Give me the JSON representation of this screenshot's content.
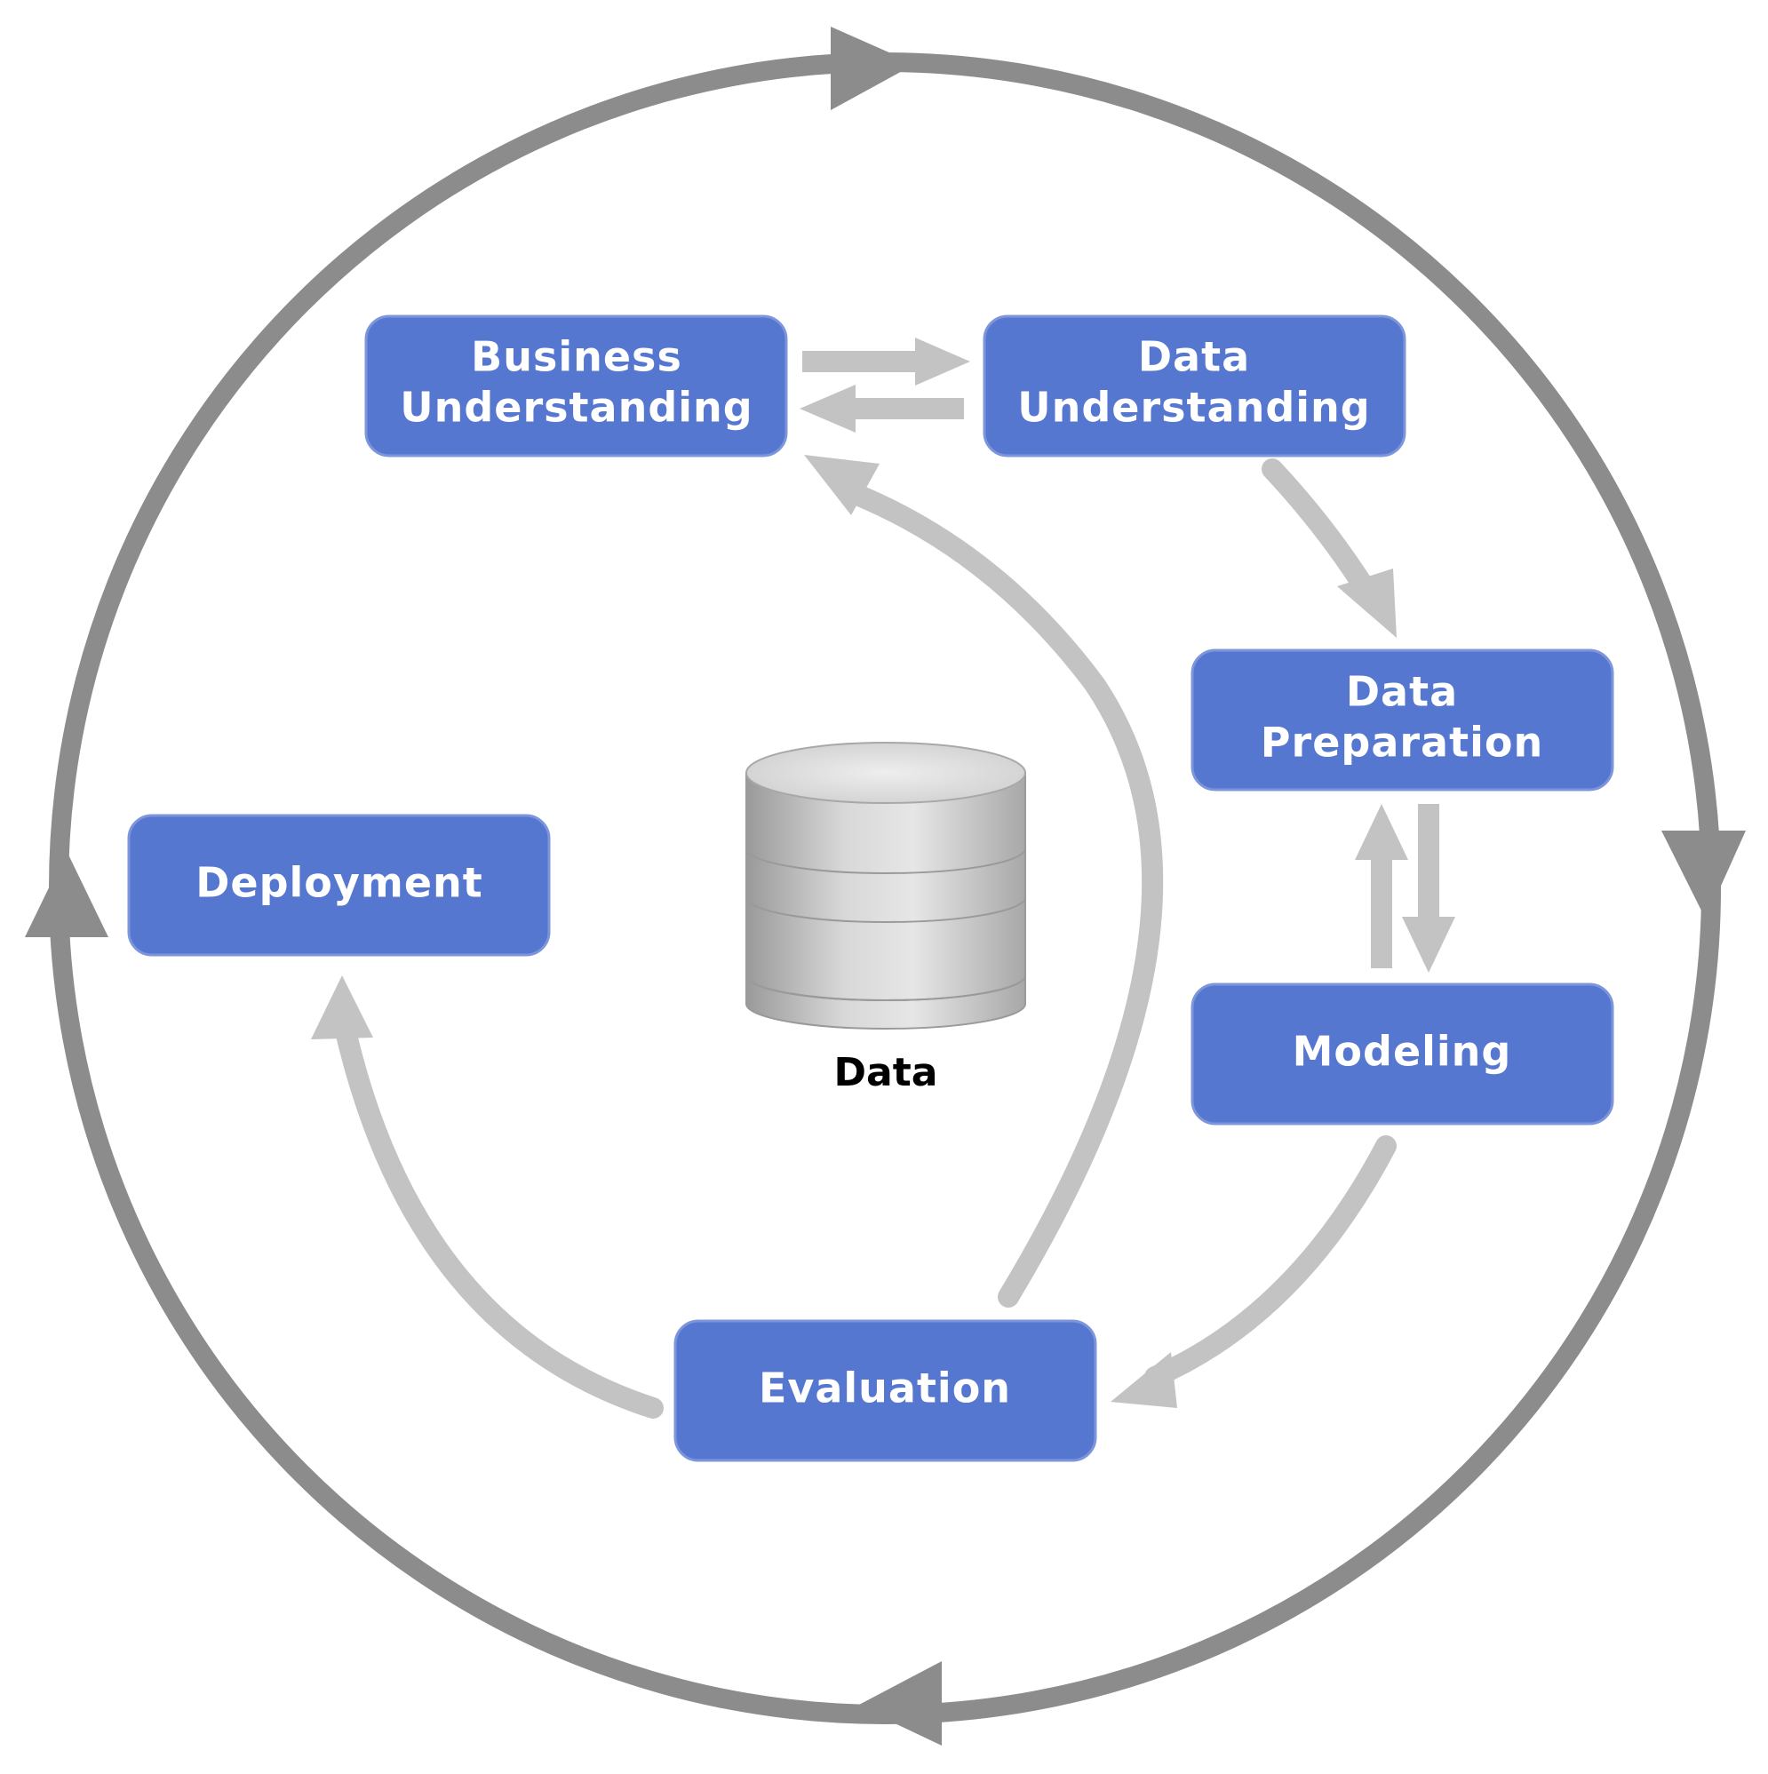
{
  "phases": {
    "business_understanding": {
      "line1": "Business",
      "line2": "Understanding"
    },
    "data_understanding": {
      "line1": "Data",
      "line2": "Understanding"
    },
    "data_preparation": {
      "line1": "Data",
      "line2": "Preparation"
    },
    "modeling": {
      "label": "Modeling"
    },
    "evaluation": {
      "label": "Evaluation"
    },
    "deployment": {
      "label": "Deployment"
    }
  },
  "database": {
    "label": "Data"
  },
  "colors": {
    "box_fill": "#5677d0",
    "outer_cycle": "#8c8c8c",
    "inner_arrows": "#c3c3c3"
  }
}
